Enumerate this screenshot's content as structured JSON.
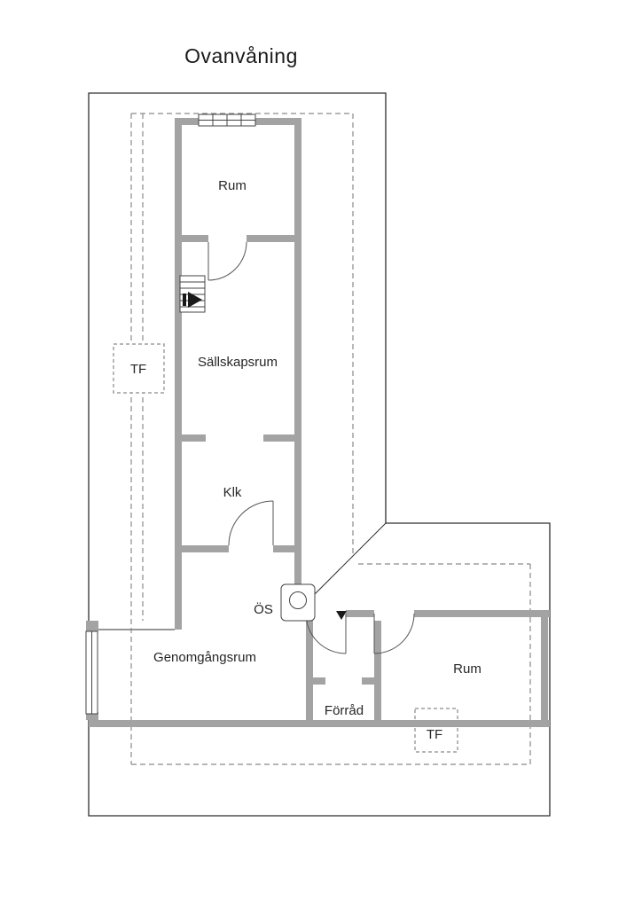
{
  "title": "Ovanvåning",
  "floor_plan": {
    "rooms": {
      "rum_top": "Rum",
      "sallskapsrum": "Sällskapsrum",
      "klk": "Klk",
      "os": "ÖS",
      "genomgangsrum": "Genomgångsrum",
      "forrad": "Förråd",
      "rum_bottom": "Rum"
    },
    "markers": {
      "tf_left": "TF",
      "tf_bottom": "TF"
    }
  },
  "colors": {
    "wall": "#a3a3a3",
    "outline": "#2e2e2e",
    "dash": "#8a8a8a",
    "text": "#262626",
    "background": "#ffffff"
  }
}
